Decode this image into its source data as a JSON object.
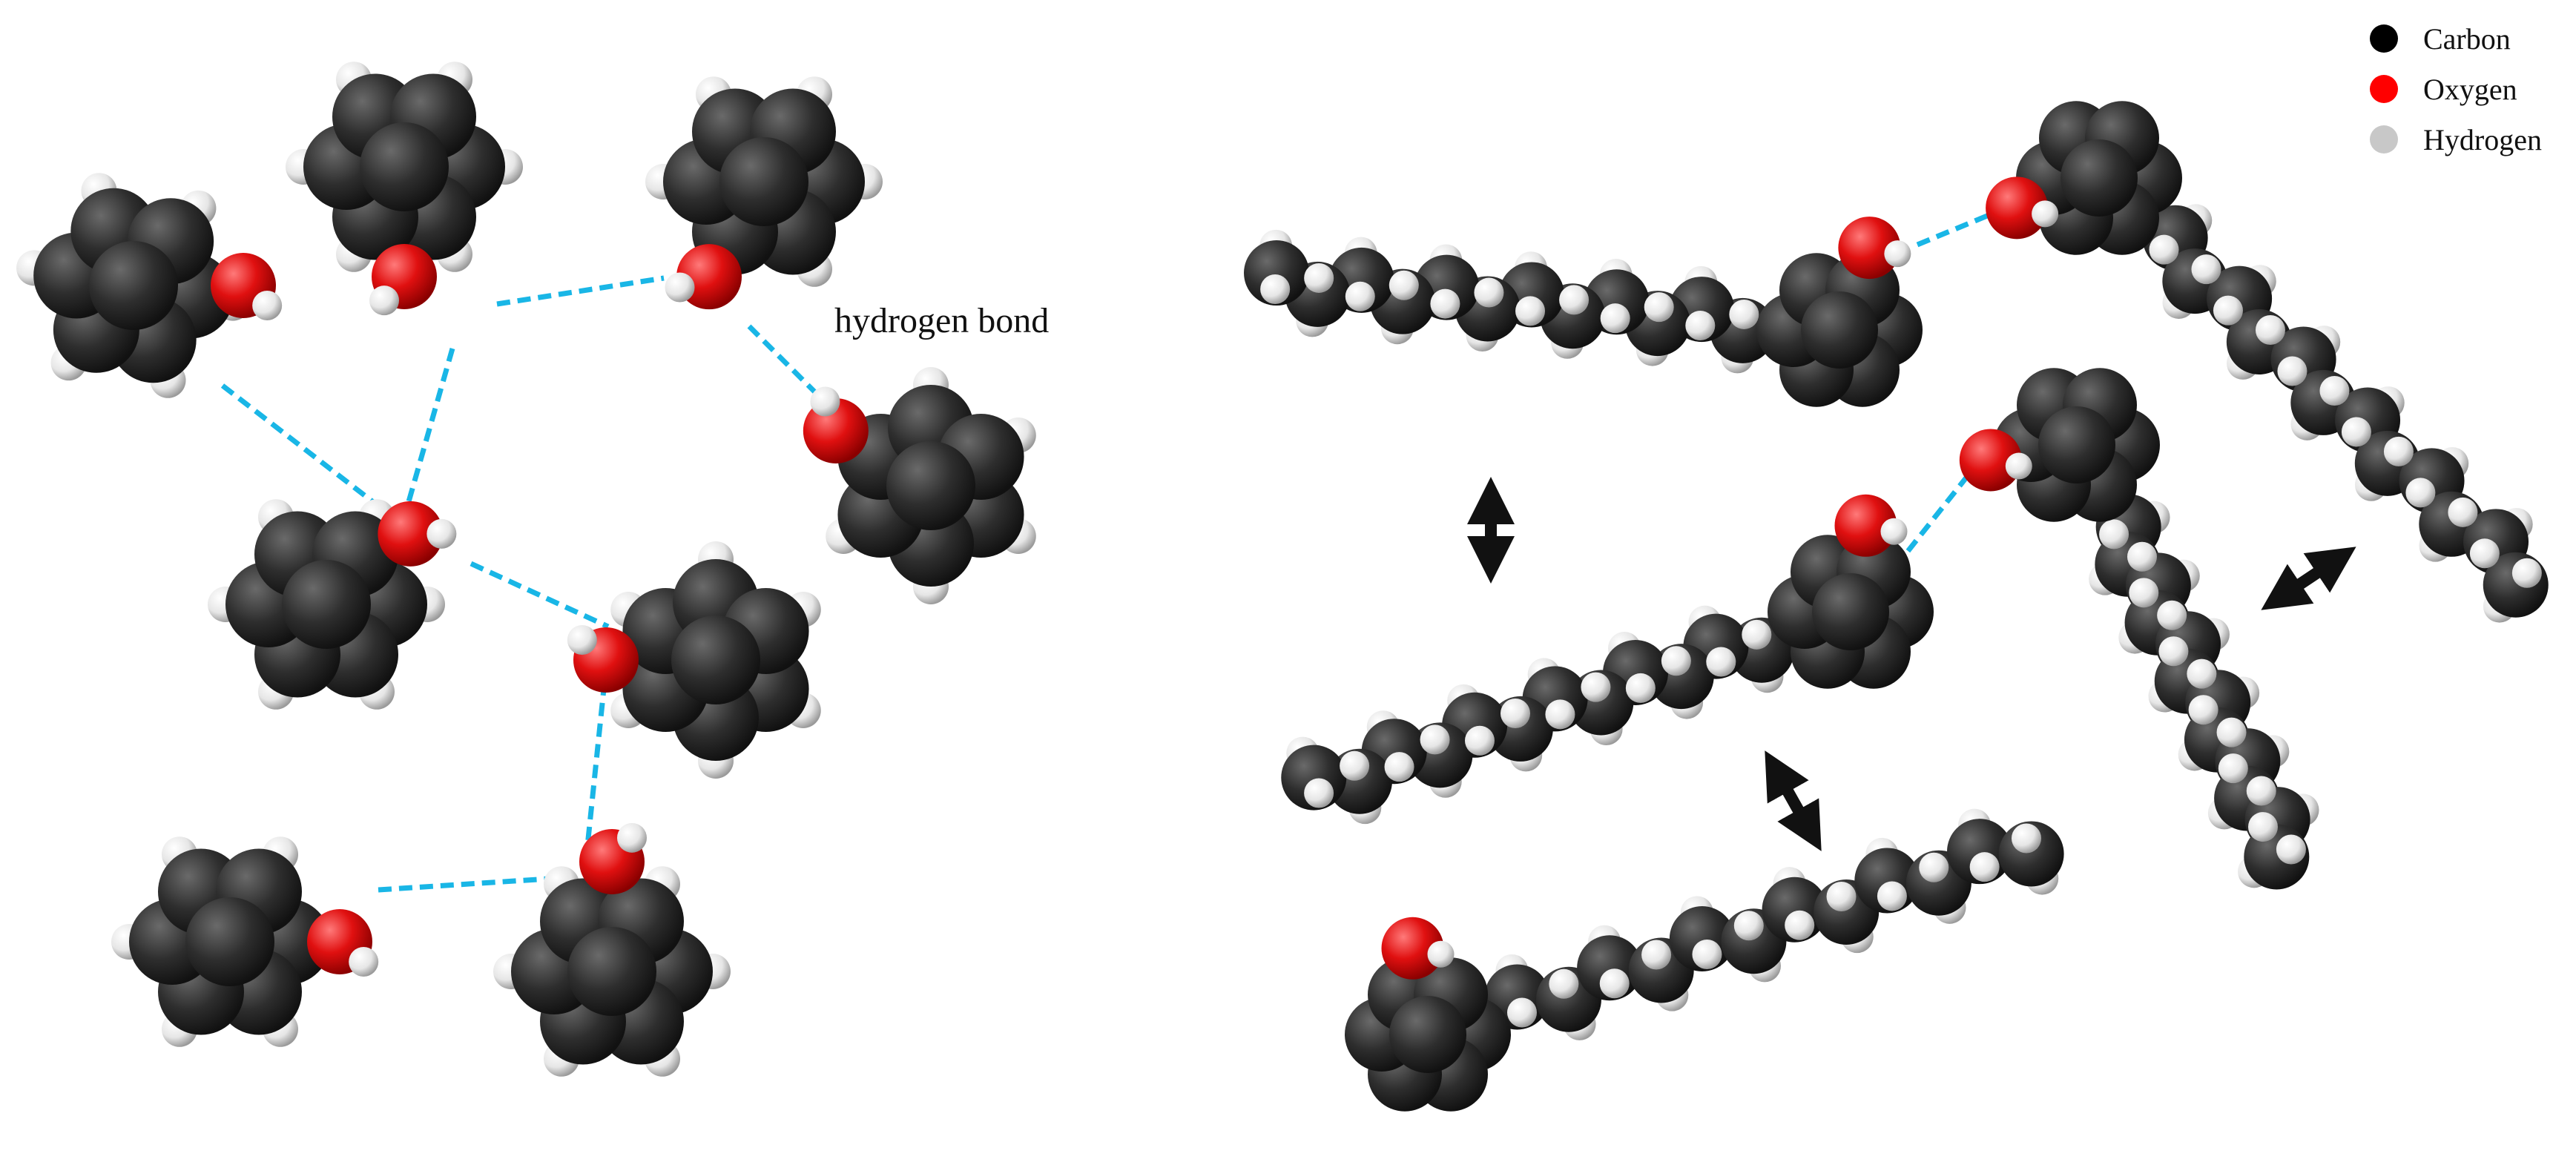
{
  "annotations": {
    "hydrogen_bond": "hydrogen bond"
  },
  "legend": [
    {
      "label": "Carbon",
      "color": "#000000"
    },
    {
      "label": "Oxygen",
      "color": "#ff0000"
    },
    {
      "label": "Hydrogen",
      "color": "#c8c8c8"
    }
  ],
  "colors": {
    "carbon": "#2b2b2b",
    "oxygen": "#e01010",
    "hydrogen": "#f2f2f2",
    "hydrogen_bond": "#19b6e6",
    "arrow": "#111111"
  },
  "icons": {
    "arrow": "double-headed-arrow",
    "bond": "dashed-line"
  }
}
